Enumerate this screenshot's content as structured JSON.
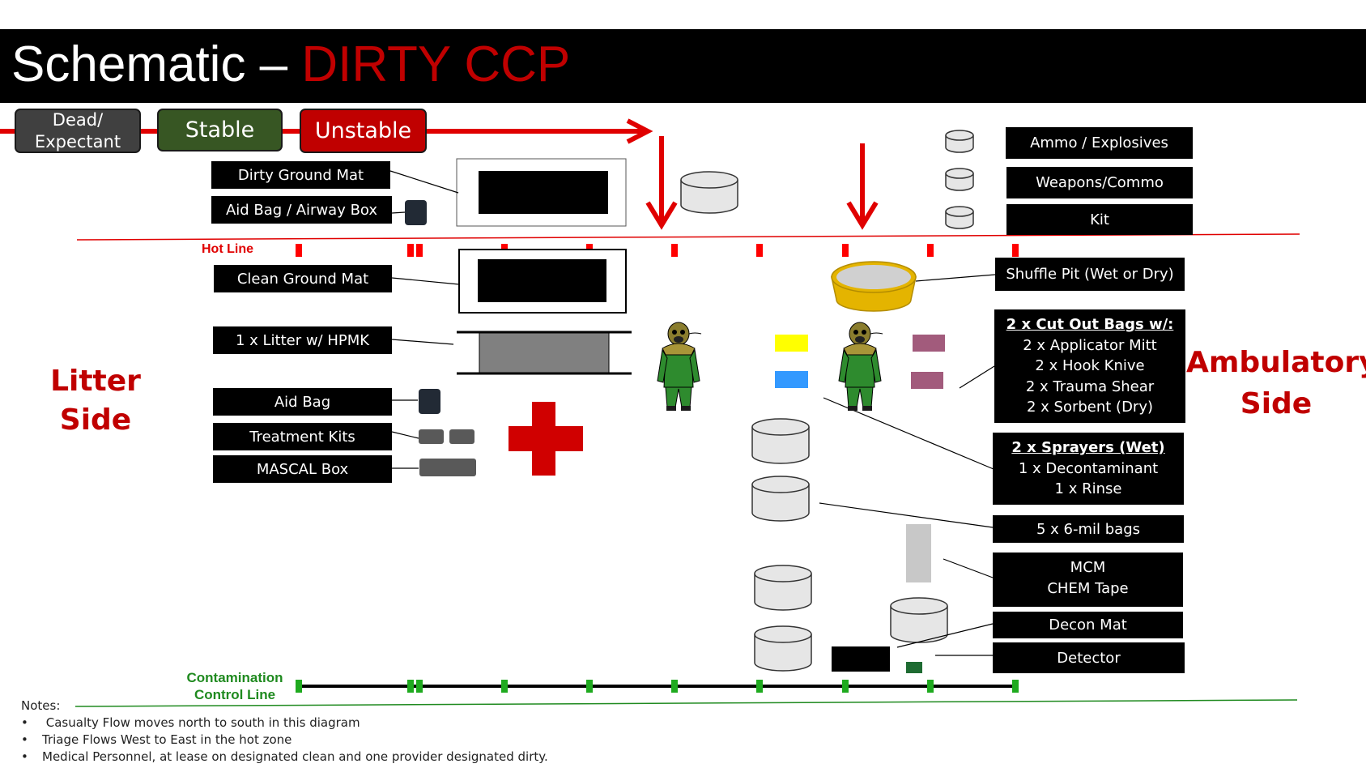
{
  "title": {
    "prefix": "Schematic – ",
    "highlight": "DIRTY CCP"
  },
  "triage": [
    {
      "label": "Dead/\nExpectant",
      "color": "#404040"
    },
    {
      "label": "Stable",
      "color": "#375623"
    },
    {
      "label": "Unstable",
      "color": "#c00000"
    }
  ],
  "left_labels": {
    "dirty_ground_mat": "Dirty Ground Mat",
    "aid_bag_airway_box": "Aid Bag / Airway Box",
    "clean_ground_mat": "Clean Ground Mat",
    "litter_hpmk": "1 x Litter w/ HPMK",
    "aid_bag": "Aid Bag",
    "treatment_kits": "Treatment Kits",
    "mascal_box": "MASCAL Box"
  },
  "right_labels": {
    "ammo": "Ammo / Explosives",
    "weapons": "Weapons/Commo",
    "kit": "Kit",
    "shuffle_pit": "Shuffle Pit (Wet or Dry)",
    "cut_out_bags": {
      "header": "2 x Cut Out Bags w/:",
      "items": [
        "2 x Applicator Mitt",
        "2 x Hook Knive",
        "2 x Trauma Shear",
        "2 x Sorbent (Dry)"
      ]
    },
    "sprayers": {
      "header": "2 x Sprayers (Wet)",
      "items": [
        "1 x Decontaminant",
        "1 x Rinse"
      ]
    },
    "mil_bags": "5 x 6-mil bags",
    "mcm": "MCM",
    "chem_tape": "CHEM Tape",
    "decon_mat": "Decon Mat",
    "detector": "Detector"
  },
  "sides": {
    "litter": "Litter Side",
    "ambulatory_1": "Ambulatory",
    "ambulatory_2": "Side"
  },
  "lines": {
    "hot_line": "Hot Line",
    "contamination_1": "Contamination",
    "contamination_2": "Control Line"
  },
  "notes": {
    "heading": "Notes:",
    "items": [
      " Casualty Flow moves north to south in this diagram",
      "Triage Flows West to East in the hot zone",
      "Medical Personnel, at lease on designated clean and one provider designated dirty."
    ]
  },
  "colors": {
    "accent_red": "#c00000",
    "line_green": "#1f8a1f",
    "suit_green": "#2e8b2e"
  }
}
